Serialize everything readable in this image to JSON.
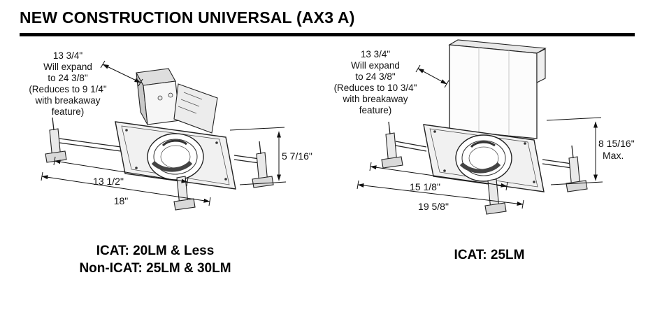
{
  "page": {
    "title": "NEW CONSTRUCTION UNIVERSAL (AX3 A)"
  },
  "left_fixture": {
    "expand_note": "13 3/4\"\nWill expand\nto 24 3/8\"\n(Reduces to 9 1/4\"\nwith breakaway\nfeature)",
    "height_dim": "5 7/16\"",
    "pan_width_dim": "13 1/2\"",
    "overall_width_dim": "18\"",
    "caption_line1": "ICAT: 20LM & Less",
    "caption_line2": "Non-ICAT: 25LM & 30LM"
  },
  "right_fixture": {
    "expand_note": "13 3/4\"\nWill expand\nto 24 3/8\"\n(Reduces to 10 3/4\"\nwith breakaway\nfeature)",
    "height_dim": "8 15/16\"",
    "height_dim_suffix": "Max.",
    "pan_width_dim": "15 1/8\"",
    "overall_width_dim": "19 5/8\"",
    "caption": "ICAT: 25LM"
  }
}
